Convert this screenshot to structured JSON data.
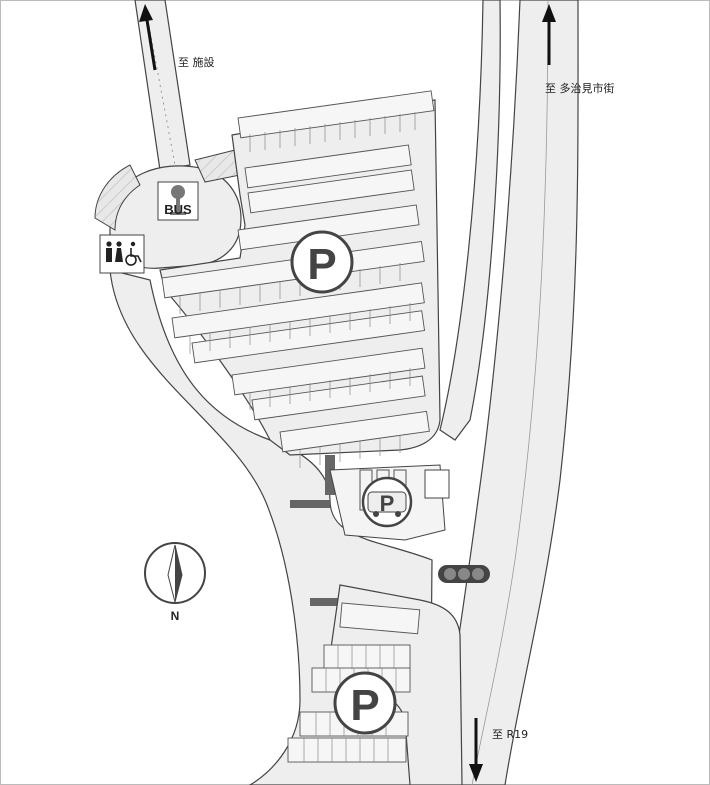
{
  "labels": {
    "to_facility": "至 施設",
    "to_tajimi": "至 多治見市街",
    "to_r19": "至 R19",
    "north": "N",
    "bus": "BUS",
    "parking_symbol": "P"
  },
  "icons": [
    "north-arrow-icon",
    "parking-icon",
    "bus-parking-icon",
    "bus-stop-icon",
    "restroom-icon",
    "wheelchair-icon",
    "traffic-signal-icon",
    "direction-arrow-icon"
  ],
  "colors": {
    "road_fill": "#eeeeee",
    "outline": "#444444",
    "parking_circle": "#444444",
    "signal_light": "#888888"
  }
}
